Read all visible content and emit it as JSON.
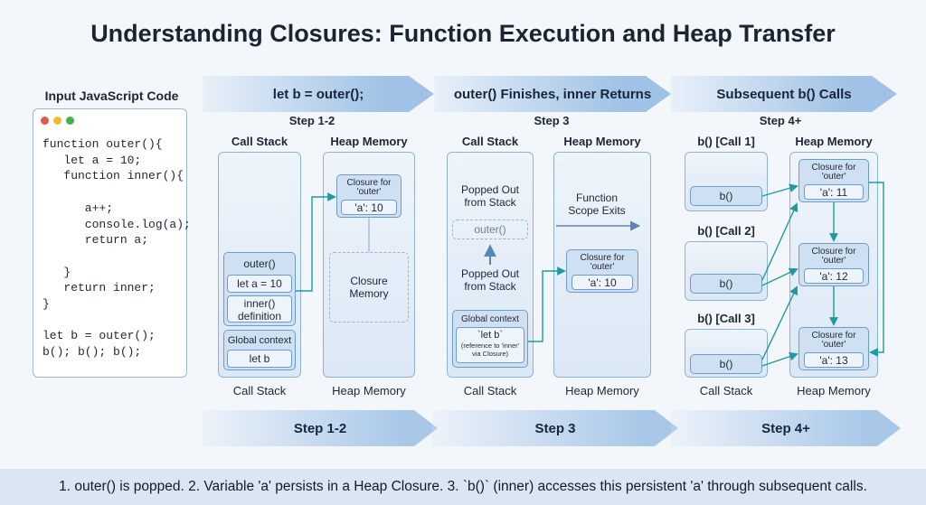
{
  "title": "Understanding Closures: Function Execution and Heap Transfer",
  "code_panel": {
    "heading": "Input JavaScript Code",
    "dots": [
      "#e2574c",
      "#f5b731",
      "#3bb54a"
    ],
    "lines": [
      "function outer(){",
      "   let a = 10;",
      "   function inner(){",
      "",
      "      a++;",
      "      console.log(a);",
      "      return a;",
      "",
      "   }",
      "   return inner;",
      "}",
      "",
      "let b = outer();",
      "b(); b(); b();"
    ]
  },
  "top_arrows": [
    "let b = outer();",
    "outer() Finishes, inner Returns",
    "Subsequent b() Calls"
  ],
  "bottom_arrows": [
    "Step 1-2",
    "Step 3",
    "Step 4+"
  ],
  "sections": {
    "s1": {
      "step": "Step 1-2",
      "stack_head": "Call Stack",
      "heap_head": "Heap Memory",
      "stack_foot": "Call Stack",
      "heap_foot": "Heap Memory",
      "outer_frame": "outer()",
      "let_a": "let a = 10",
      "inner_def": "inner()\ndefinition",
      "global_ctx": "Global context",
      "let_b": "let b",
      "closure_title": "Closure for\n'outer'",
      "closure_val": "'a': 10",
      "closure_memory": "Closure\nMemory"
    },
    "s2": {
      "step": "Step 3",
      "stack_head": "Call Stack",
      "heap_head": "Heap Memory",
      "stack_foot": "Call Stack",
      "heap_foot": "Heap Memory",
      "popped_top": "Popped Out\nfrom Stack",
      "popped_frame": "outer()",
      "popped_bottom": "Popped Out\nfrom Stack",
      "scope_exit": "Function\nScope Exits",
      "global_ctx": "Global context",
      "let_b": "`let b`",
      "let_b_note": "(reference to 'inner'\nvia Closure)",
      "closure_title": "Closure for\n'outer'",
      "closure_val": "'a': 10"
    },
    "s3": {
      "step": "Step 4+",
      "heap_head": "Heap Memory",
      "stack_foot": "Call Stack",
      "heap_foot": "Heap Memory",
      "calls": [
        {
          "label": "b() [Call 1]",
          "frame": "b()"
        },
        {
          "label": "b() [Call 2]",
          "frame": "b()"
        },
        {
          "label": "b() [Call 3]",
          "frame": "b()"
        }
      ],
      "closures": [
        {
          "title": "Closure for\n'outer'",
          "value": "'a': 11"
        },
        {
          "title": "Closure for\n'outer'",
          "value": "'a': 12"
        },
        {
          "title": "Closure for\n'outer'",
          "value": "'a': 13"
        }
      ]
    }
  },
  "caption": "1. outer() is popped. 2. Variable 'a' persists in a Heap Closure. 3. `b()` (inner) accesses this persistent 'a' through subsequent calls.",
  "colors": {
    "accent": "#1f9aa0",
    "panel_border": "#8fb3d6",
    "box_fill": "#cfe0f2"
  }
}
